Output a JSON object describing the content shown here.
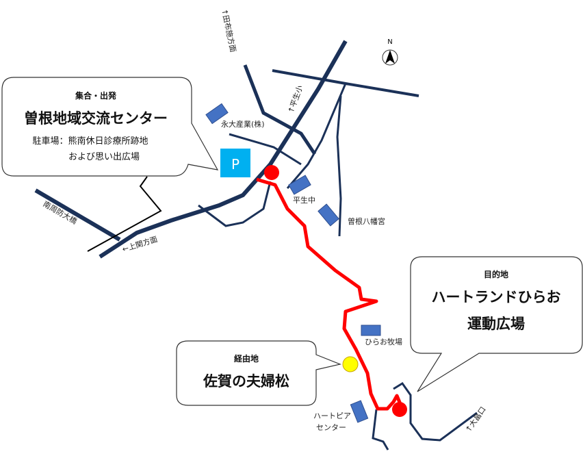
{
  "colors": {
    "road": "#1b3158",
    "route": "#ff0000",
    "building": "#4472c4",
    "parking": "#00b0f0",
    "waypoint": "#ffff00"
  },
  "compass": {
    "label": "N"
  },
  "roads": {
    "tanuse": "↑田布施方面",
    "hirao_elem": "↑平生小",
    "kaminoseki": "←上関方面",
    "minamisuo": "南周防大橋",
    "ohbatake": "↑大畠口"
  },
  "places": {
    "eidai": "永大産業(株)",
    "hirao_jhs": "平生中",
    "sone_hachiman": "曽根八幡宮",
    "hirao_farm": "ひらお牧場",
    "heartpia_1": "ハートピア",
    "heartpia_2": "センター"
  },
  "parking": {
    "label": "P"
  },
  "start_callout": {
    "heading": "集合・出発",
    "name": "曽根地域交流センター",
    "parking_line1": "駐車場：熊南休日診療所跡地",
    "parking_line2": "および思い出広場"
  },
  "waypoint_callout": {
    "heading": "経由地",
    "name": "佐賀の夫婦松"
  },
  "goal_callout": {
    "heading": "目的地",
    "name_line1": "ハートランドひらお",
    "name_line2": "運動広場"
  }
}
